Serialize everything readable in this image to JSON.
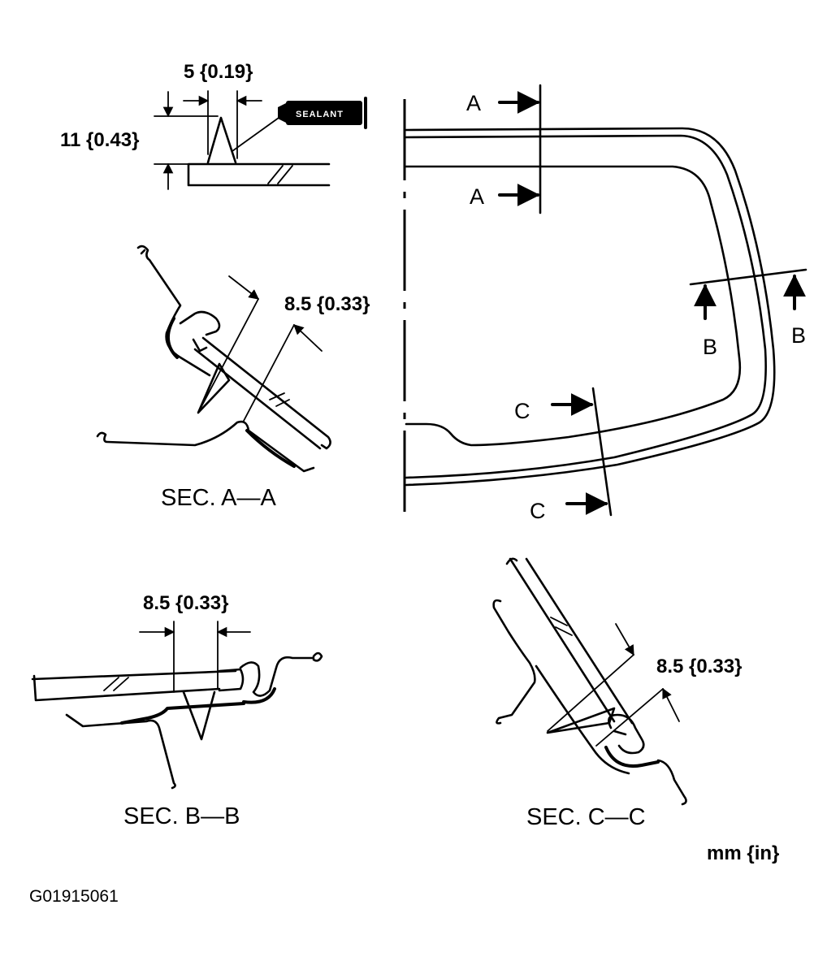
{
  "sealant_detail": {
    "width_dim": "5 {0.19}",
    "height_dim": "11 {0.43}",
    "sealant_label": "SEALANT"
  },
  "window_view": {
    "marker_a": "A",
    "marker_b": "B",
    "marker_c": "C"
  },
  "section_aa": {
    "dim": "8.5 {0.33}",
    "title": "SEC. A—A"
  },
  "section_bb": {
    "dim": "8.5 {0.33}",
    "title": "SEC. B—B"
  },
  "section_cc": {
    "dim": "8.5 {0.33}",
    "title": "SEC. C—C"
  },
  "units": "mm {in}",
  "figure_id": "G01915061"
}
